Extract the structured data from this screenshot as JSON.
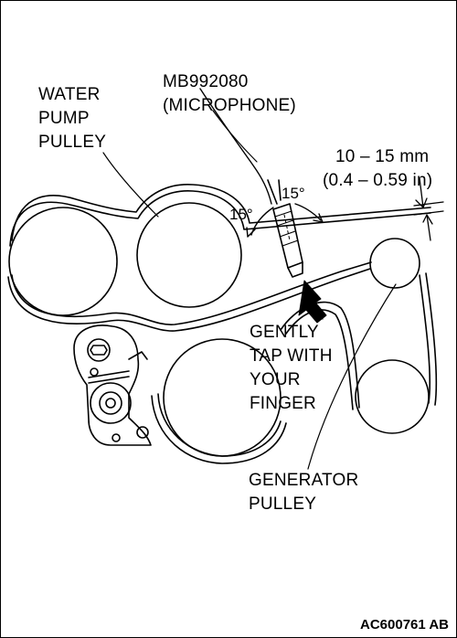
{
  "labels": {
    "water_pump_pulley": [
      "WATER",
      "PUMP",
      "PULLEY"
    ],
    "tool": [
      "MB992080",
      "(MICROPHONE)"
    ],
    "gap_measurement": [
      "10 – 15 mm",
      "(0.4 – 0.59 in)"
    ],
    "angle_left": "15°",
    "angle_right": "15°",
    "instruction": [
      "GENTLY",
      "TAP WITH",
      "YOUR",
      "FINGER"
    ],
    "generator_pulley": [
      "GENERATOR",
      "PULLEY"
    ]
  },
  "figure_code": "AC600761 AB"
}
